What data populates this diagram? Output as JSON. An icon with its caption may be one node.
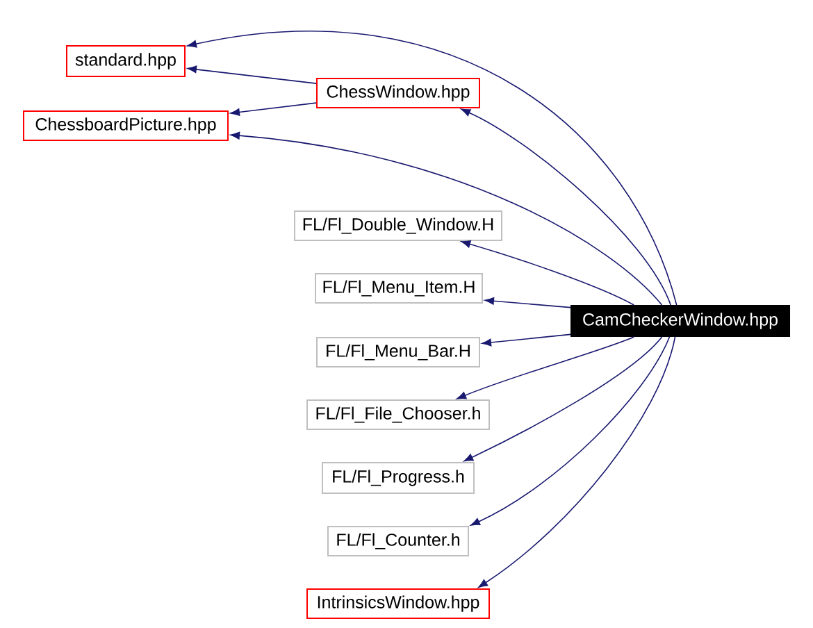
{
  "diagram": {
    "nodes": [
      {
        "text": [
          "standard.hpp"
        ]
      },
      {
        "text": [
          "ChessWindow.hpp"
        ]
      },
      {
        "text": [
          "ChessboardPicture.hpp"
        ]
      },
      {
        "text": [
          "FL/Fl_Double_Window.H"
        ]
      },
      {
        "text": [
          "FL/Fl_Menu_Item.H"
        ]
      },
      {
        "text": [
          "CamCheckerWindow.hpp"
        ]
      },
      {
        "text": [
          "FL/Fl_Menu_Bar.H"
        ]
      },
      {
        "text": [
          "FL/Fl_File_Chooser.h"
        ]
      },
      {
        "text": [
          "FL/Fl_Progress.h"
        ]
      },
      {
        "text": [
          "FL/Fl_Counter.h"
        ]
      },
      {
        "text": [
          "IntrinsicsWindow.hpp"
        ]
      }
    ],
    "edges": [
      {
        "from": 5,
        "to": 0,
        "arrow": "to"
      },
      {
        "from": 1,
        "to": 0,
        "arrow": "to"
      },
      {
        "from": 1,
        "to": 2,
        "arrow": "to"
      },
      {
        "from": 5,
        "to": 1,
        "arrow": "to"
      },
      {
        "from": 5,
        "to": 2,
        "arrow": "to"
      },
      {
        "from": 5,
        "to": 3,
        "arrow": "to"
      },
      {
        "from": 5,
        "to": 4,
        "arrow": "to"
      },
      {
        "from": 5,
        "to": 6,
        "arrow": "to"
      },
      {
        "from": 5,
        "to": 7,
        "arrow": "to"
      },
      {
        "from": 5,
        "to": 8,
        "arrow": "to"
      },
      {
        "from": 5,
        "to": 9,
        "arrow": "to"
      },
      {
        "from": 5,
        "to": 10,
        "arrow": "to"
      }
    ]
  }
}
